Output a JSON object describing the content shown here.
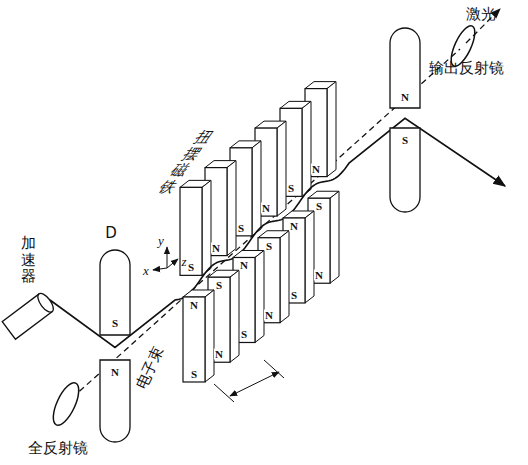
{
  "diagram": {
    "labels": [
      "激光",
      "输出反射镜",
      "扭摆磁铁",
      "D",
      "y",
      "x",
      "z",
      "加速器",
      "电子束",
      "全反射镜",
      "N",
      "S",
      "S",
      "N",
      "S",
      "N",
      "S",
      "N",
      "S",
      "N",
      "N",
      "S",
      "N",
      "S",
      "N",
      "S",
      "S",
      "N",
      "S",
      "N",
      "S",
      "N"
    ]
  }
}
